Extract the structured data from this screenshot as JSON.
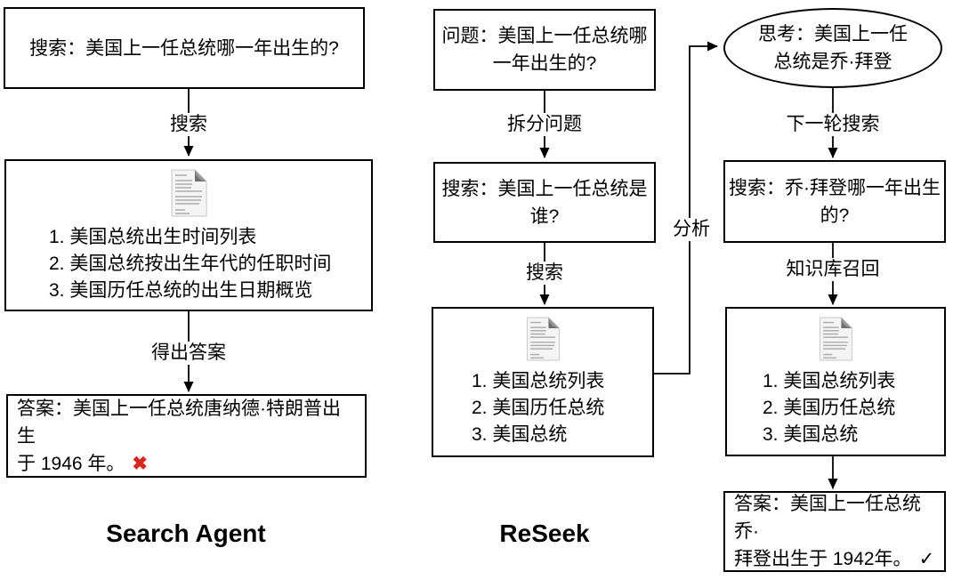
{
  "colors": {
    "line": "#000000",
    "background": "#ffffff",
    "error_mark": "#d7281e",
    "doc_icon_fold": "#6e6e6e"
  },
  "left": {
    "title": "Search Agent",
    "query_box": "搜索：美国上一任总统哪一年出生的?",
    "arrow_search_label": "搜索",
    "results": [
      "1. 美国总统出生时间列表",
      "2. 美国总统按出生年代的任职时间",
      "3. 美国历任总统的出生日期概览"
    ],
    "arrow_answer_label": "得出答案",
    "answer_line1": "答案：美国上一任总统唐纳德·特朗普出生",
    "answer_line2": "于 1946 年。",
    "answer_mark": "✖"
  },
  "middle": {
    "title": "ReSeek",
    "question_line1": "问题：美国上一任总统哪",
    "question_line2": "一年出生的?",
    "arrow_split_label": "拆分问题",
    "search_line1": "搜索：美国上一任总统是",
    "search_line2": "谁?",
    "arrow_search_label": "搜索",
    "results": [
      "1. 美国总统列表",
      "2. 美国历任总统",
      "3. 美国总统"
    ],
    "analyze_label": "分析"
  },
  "right": {
    "think_line1": "思考：美国上一任",
    "think_line2": "总统是乔·拜登",
    "arrow_next_label": "下一轮搜索",
    "search_line1": "搜索：乔·拜登哪一年出生",
    "search_line2": "的?",
    "arrow_recall_label": "知识库召回",
    "results": [
      "1. 美国总统列表",
      "2. 美国历任总统",
      "3. 美国总统"
    ],
    "answer_line1": "答案：美国上一任总统乔·",
    "answer_line2": "拜登出生于 1942年。",
    "answer_mark": "✓"
  }
}
